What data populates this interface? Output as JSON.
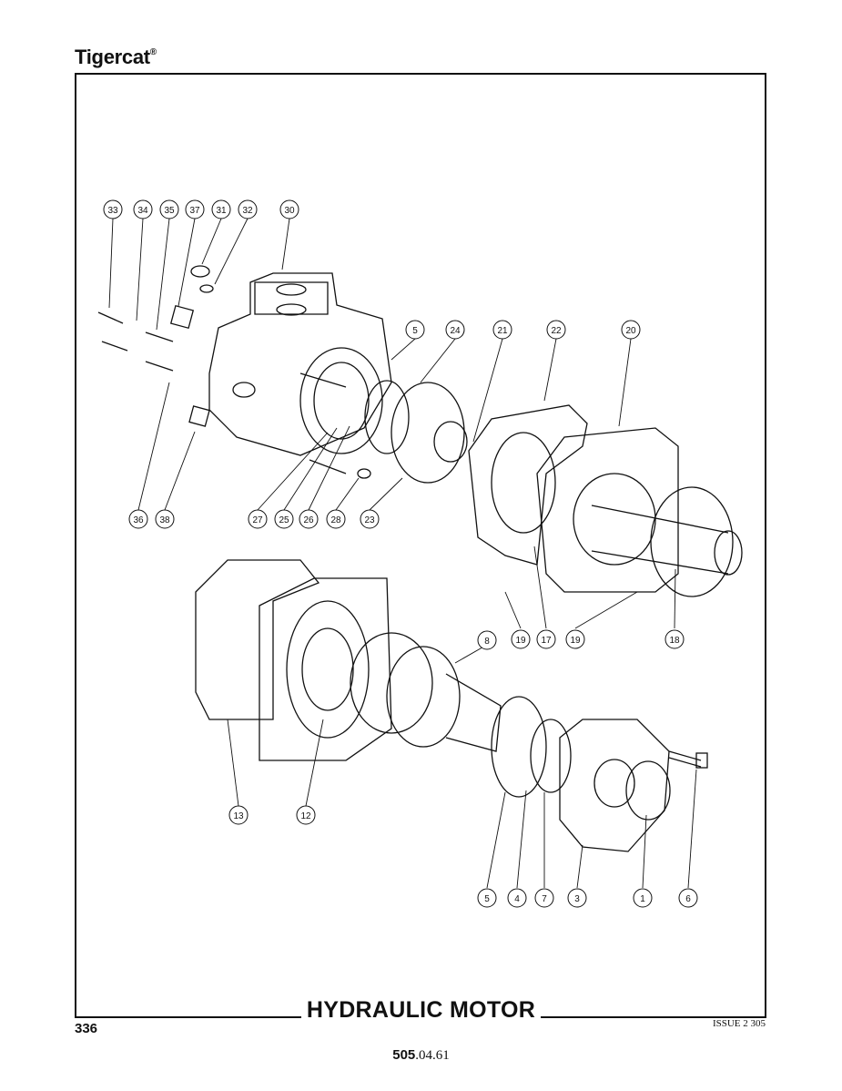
{
  "header": {
    "brand": "Tigercat",
    "registered_mark": "®"
  },
  "title": "HYDRAULIC MOTOR",
  "footer": {
    "page_number": "336",
    "issue": "ISSUE 2 305",
    "doc_ref_bold": "505",
    "doc_ref_rest": ".04.61"
  },
  "callouts": [
    "33",
    "34",
    "35",
    "37",
    "31",
    "32",
    "30",
    "5",
    "24",
    "21",
    "22",
    "20",
    "36",
    "38",
    "27",
    "25",
    "26",
    "28",
    "23",
    "19",
    "17",
    "19",
    "18",
    "8",
    "13",
    "12",
    "5",
    "4",
    "7",
    "3",
    "1",
    "6"
  ]
}
